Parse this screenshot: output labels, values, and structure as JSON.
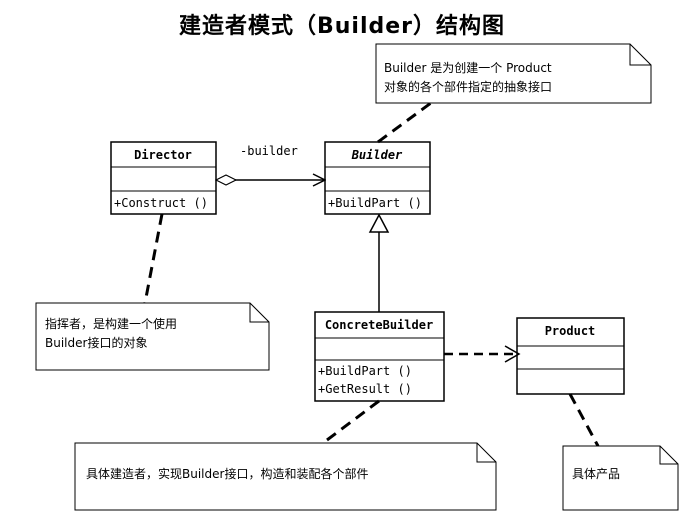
{
  "title": "建造者模式（Builder）结构图",
  "classes": {
    "director": {
      "name": "Director",
      "methods": [
        "+Construct ()"
      ]
    },
    "builder": {
      "name": "Builder",
      "methods": [
        "+BuildPart ()"
      ]
    },
    "concrete_builder": {
      "name": "ConcreteBuilder",
      "methods": [
        "+BuildPart ()",
        "+GetResult ()"
      ]
    },
    "product": {
      "name": "Product",
      "methods": []
    }
  },
  "association_role": "-builder",
  "notes": {
    "builder_note": [
      "Builder 是为创建一个 Product",
      "对象的各个部件指定的抽象接口"
    ],
    "director_note": [
      "指挥者，是构建一个使用",
      "Builder接口的对象"
    ],
    "concrete_note": [
      "具体建造者，实现Builder接口，构造和装配各个部件"
    ],
    "product_note": [
      "具体产品"
    ]
  }
}
